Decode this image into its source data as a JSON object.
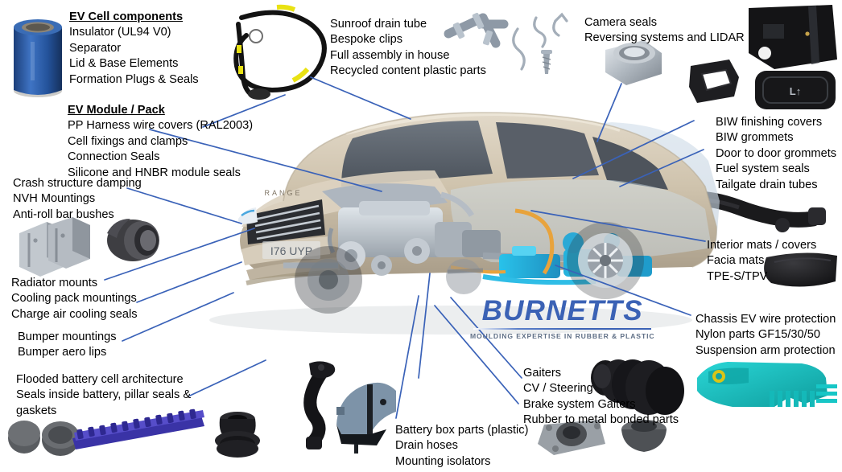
{
  "page": {
    "title": "Burnetts automotive rubber & plastic components overview",
    "background_color": "#ffffff",
    "leader_line_color": "#3a62b8",
    "text_color": "#000000"
  },
  "logo": {
    "wordmark": "BURNETTS",
    "tagline": "MOULDING EXPERTISE IN RUBBER & PLASTIC",
    "wordmark_color": "#3b62b5",
    "tagline_color": "#5f6f86"
  },
  "vehicle": {
    "name": "cutaway-suv-illustration",
    "body_color": "#c9bba6",
    "glass_color": "#5d6470",
    "ev_system_color": "#2bb6e0",
    "plate_text": "I76 UYP",
    "badge_text": "RANGE"
  },
  "callouts": [
    {
      "id": "ev-cell-components",
      "name": "callout-ev-cell-components",
      "heading": "EV Cell components",
      "lines": [
        "Insulator (UL94 V0)",
        "Separator",
        "Lid & Base Elements",
        "Formation Plugs & Seals"
      ]
    },
    {
      "id": "ev-module-pack",
      "name": "callout-ev-module-pack",
      "heading": "EV Module / Pack",
      "lines": [
        "PP Harness wire covers (RAL2003)",
        "Cell fixings and clamps",
        "Connection Seals",
        "Silicone and HNBR module seals"
      ]
    },
    {
      "id": "sunroof-drain",
      "name": "callout-sunroof-drain-tube",
      "heading": "",
      "lines": [
        "Sunroof drain tube",
        "Bespoke clips",
        "Full assembly in house",
        "Recycled content plastic parts"
      ]
    },
    {
      "id": "camera-seals",
      "name": "callout-camera-seals",
      "heading": "",
      "lines": [
        "Camera seals",
        "Reversing systems and LIDAR"
      ]
    },
    {
      "id": "biw",
      "name": "callout-biw-finishing-covers",
      "heading": "",
      "lines": [
        "BIW finishing covers",
        "BIW grommets",
        "Door to door grommets",
        "Fuel system seals",
        "Tailgate drain tubes"
      ]
    },
    {
      "id": "crash-structure",
      "name": "callout-crash-structure-damping",
      "heading": "",
      "lines": [
        "Crash structure damping",
        "NVH Mountings",
        "Anti-roll bar bushes"
      ]
    },
    {
      "id": "radiator",
      "name": "callout-radiator-mounts",
      "heading": "",
      "lines": [
        "Radiator mounts",
        "Cooling pack mountings",
        "Charge air cooling seals"
      ]
    },
    {
      "id": "bumper",
      "name": "callout-bumper-mountings",
      "heading": "",
      "lines": [
        "Bumper mountings",
        "Bumper aero lips"
      ]
    },
    {
      "id": "flooded-battery",
      "name": "callout-flooded-battery-architecture",
      "heading": "",
      "lines": [
        "Flooded battery cell architecture",
        "Seals inside battery, pillar seals & gaskets"
      ]
    },
    {
      "id": "battery-box",
      "name": "callout-battery-box-parts",
      "heading": "",
      "lines": [
        "Battery box parts (plastic)",
        "Drain hoses",
        "Mounting isolators"
      ]
    },
    {
      "id": "gaiters",
      "name": "callout-gaiters",
      "heading": "",
      "lines": [
        "Gaiters",
        "CV / Steering",
        "Brake system Gaiters",
        "Rubber to metal bonded parts"
      ]
    },
    {
      "id": "interior-mats",
      "name": "callout-interior-mats",
      "heading": "",
      "lines": [
        "Interior mats / covers",
        "Facia mats",
        "TPE-S/TPV"
      ]
    },
    {
      "id": "chassis-ev-wire",
      "name": "callout-chassis-ev-wire-protection",
      "heading": "",
      "lines": [
        "Chassis EV wire protection",
        "Nylon parts GF15/30/50",
        "Suspension arm protection"
      ]
    }
  ],
  "part_images": [
    {
      "id": "blue-cell",
      "name": "part-image-ev-cell-canister",
      "color": "#2f5fa8"
    },
    {
      "id": "harness-loom",
      "name": "part-image-harness-wire-cover-loom",
      "color": "#1a1a1a",
      "accent": "#e8e000"
    },
    {
      "id": "drain-tube-connector",
      "name": "part-image-sunroof-drain-connector",
      "color": "#9aa7b5"
    },
    {
      "id": "bespoke-clips",
      "name": "part-image-bespoke-clips",
      "color": "#a8b2bd"
    },
    {
      "id": "camera-seal-square",
      "name": "part-image-camera-seal",
      "color": "#b6bcc2"
    },
    {
      "id": "camera-bezel",
      "name": "part-image-camera-bezel-seal",
      "color": "#1c1c1e"
    },
    {
      "id": "lidar-cover",
      "name": "part-image-lidar-cover",
      "color": "#18181a"
    },
    {
      "id": "badge-cover",
      "name": "part-image-tailgate-badge-cover",
      "color": "#1c1c1e"
    },
    {
      "id": "nvh-mounts",
      "name": "part-image-nvh-mountings",
      "color": "#b7bcc2"
    },
    {
      "id": "anti-roll-bush",
      "name": "part-image-anti-roll-bar-bush",
      "color": "#4a4a4d"
    },
    {
      "id": "charge-air-hose",
      "name": "part-image-charge-air-hose",
      "color": "#1b1b1d"
    },
    {
      "id": "facia-mat",
      "name": "part-image-facia-mat",
      "color": "#232326"
    },
    {
      "id": "battery-gaskets",
      "name": "part-image-battery-gaskets",
      "color": "#5a5d60"
    },
    {
      "id": "cell-clamp-strip",
      "name": "part-image-cell-fixing-clamp-strip",
      "color": "#3b34a8"
    },
    {
      "id": "rubber-grommet-boot",
      "name": "part-image-rubber-boot",
      "color": "#222226"
    },
    {
      "id": "drain-hose",
      "name": "part-image-drain-hose",
      "color": "#1a1a1c"
    },
    {
      "id": "battery-box-part",
      "name": "part-image-battery-box-plastic",
      "color": "#6d8296"
    },
    {
      "id": "cv-gaiter",
      "name": "part-image-cv-gaiter",
      "color": "#1b1b1d"
    },
    {
      "id": "mounting-isolator",
      "name": "part-image-mounting-isolator",
      "color": "#8e9399"
    },
    {
      "id": "suspension-arm-guard",
      "name": "part-image-suspension-arm-protection",
      "color": "#12bfbf",
      "accent": "#e8d417"
    }
  ]
}
